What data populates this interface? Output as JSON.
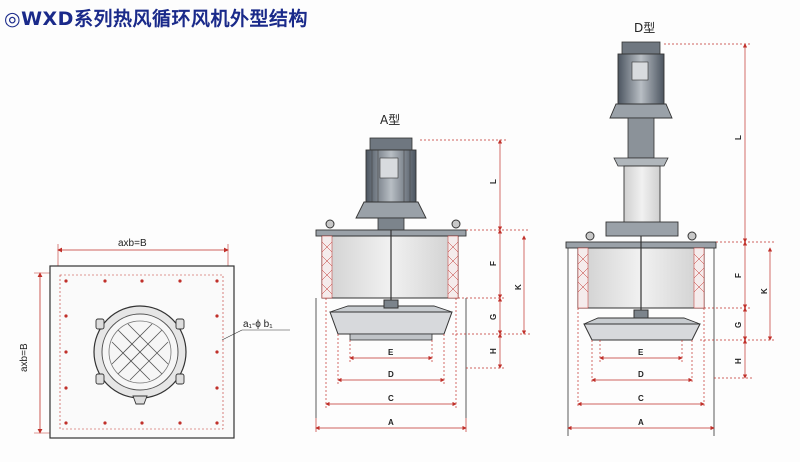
{
  "title": "◎WXD系列热风循环风机外型结构",
  "plan_view": {
    "top_dim": "axb=B",
    "side_dim": "axb=B",
    "hole_note": "a₁-ϕ b₁"
  },
  "type_a": {
    "label": "A型",
    "dims": [
      "L",
      "F",
      "K",
      "G",
      "H",
      "E",
      "D",
      "C",
      "A"
    ]
  },
  "type_d": {
    "label": "D型",
    "dims": [
      "L",
      "F",
      "K",
      "G",
      "H",
      "E",
      "D",
      "C",
      "A"
    ]
  },
  "colors": {
    "title": "#1a2a8a",
    "line": "#333333",
    "dim": "#c0302a",
    "shade": "#8a8f96",
    "panel": "#e4e4e4",
    "motor": "#6f7780"
  }
}
